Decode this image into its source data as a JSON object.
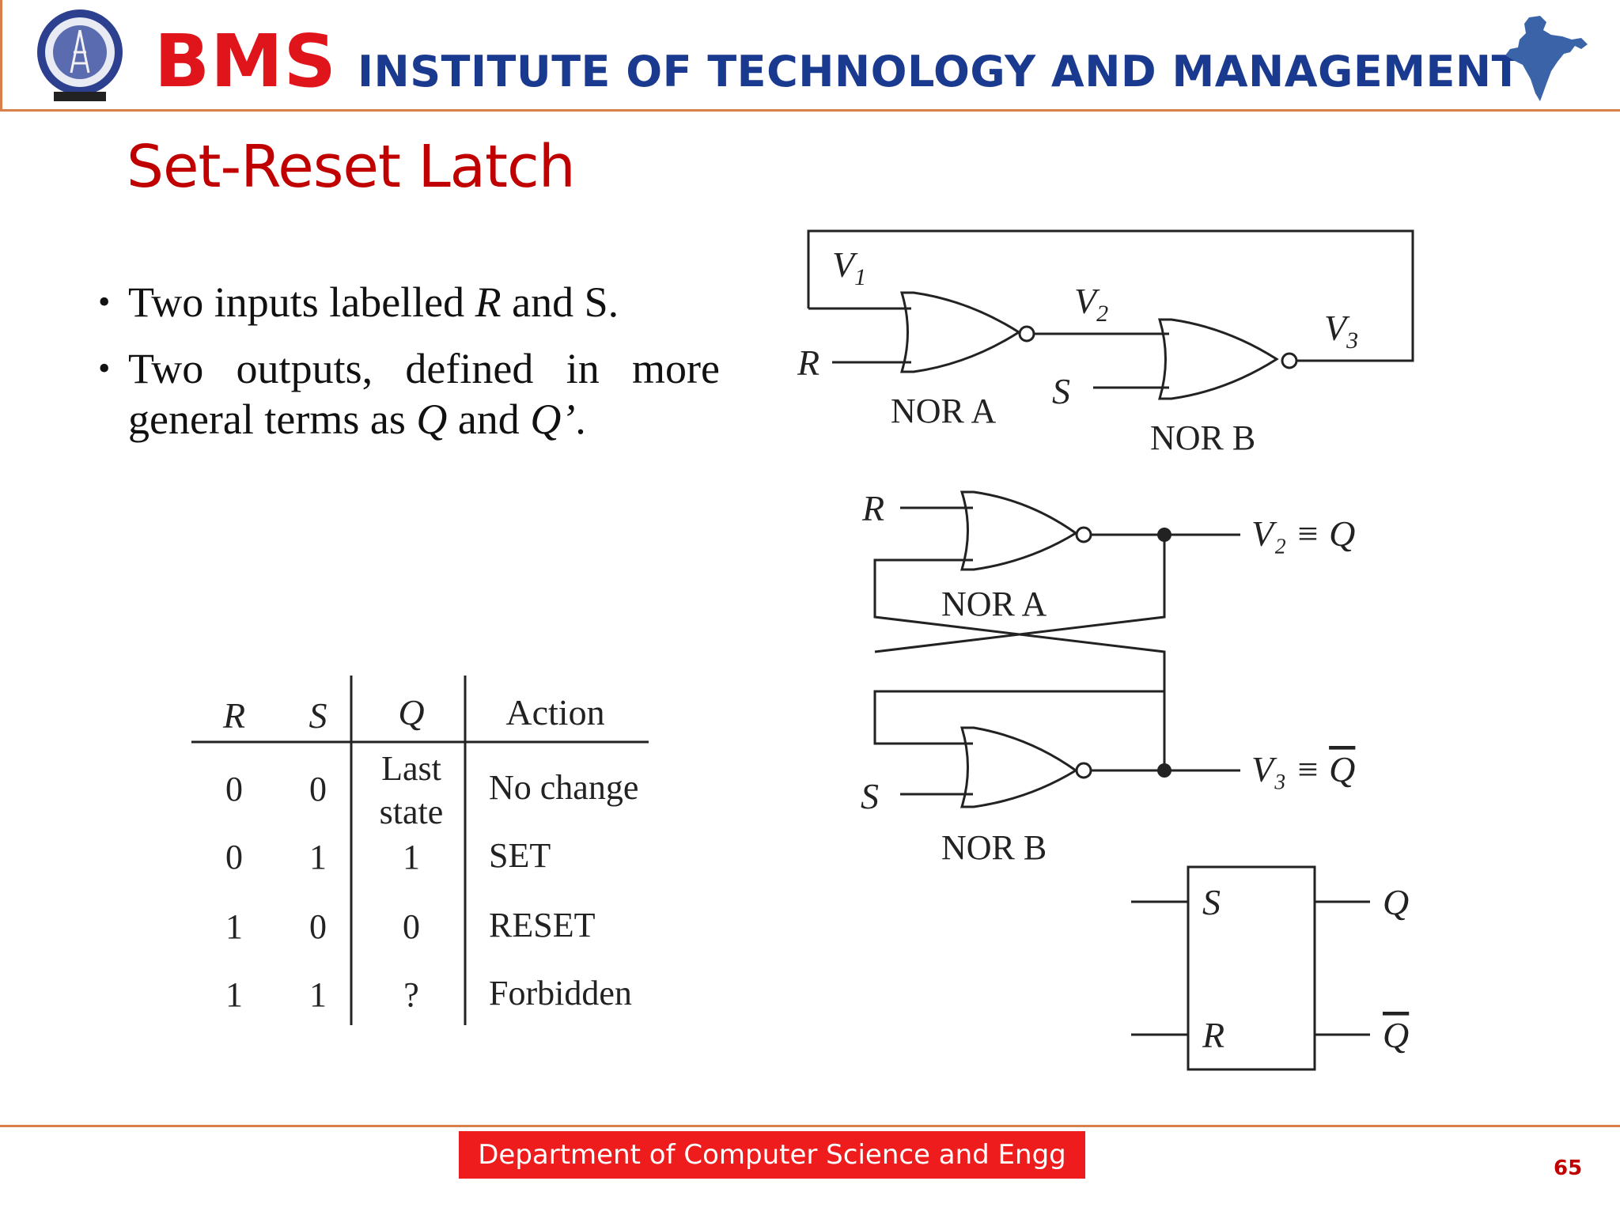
{
  "header": {
    "brand_short": "BMS",
    "brand_full": "INSTITUTE OF TECHNOLOGY AND MANAGEMENT",
    "logo_icon": "institute-seal-icon",
    "map_icon": "india-map-icon",
    "colors": {
      "brand_red": "#e0141b",
      "brand_blue": "#1a3a8f",
      "rule": "#d9804a"
    }
  },
  "slide": {
    "title": "Set-Reset Latch",
    "bullets": [
      {
        "parts": [
          "Two inputs labelled ",
          "R",
          " and S."
        ]
      },
      {
        "parts": [
          "Two outputs, defined in more general terms as ",
          "Q",
          " and ",
          "Q’",
          "."
        ]
      }
    ]
  },
  "diagram": {
    "top": {
      "v1": "V",
      "v1_sub": "1",
      "v2": "V",
      "v2_sub": "2",
      "v3": "V",
      "v3_sub": "3",
      "r": "R",
      "s": "S",
      "nor_a": "NOR A",
      "nor_b": "NOR B"
    },
    "cross": {
      "r": "R",
      "s": "S",
      "nor_a": "NOR A",
      "nor_b": "NOR B",
      "out_q": "V₂ ≡ Q",
      "out_qbar_prefix": "V₃ ≡ ",
      "out_qbar_q": "Q"
    },
    "block": {
      "s": "S",
      "r": "R",
      "q": "Q",
      "qbar": "Q"
    }
  },
  "truth_table": {
    "headers": [
      "R",
      "S",
      "Q",
      "Action"
    ],
    "rows": [
      {
        "r": "0",
        "s": "0",
        "q1": "Last",
        "q2": "state",
        "action": "No change"
      },
      {
        "r": "0",
        "s": "1",
        "q1": "1",
        "q2": "",
        "action": "SET"
      },
      {
        "r": "1",
        "s": "0",
        "q1": "0",
        "q2": "",
        "action": "RESET"
      },
      {
        "r": "1",
        "s": "1",
        "q1": "?",
        "q2": "",
        "action": "Forbidden"
      }
    ]
  },
  "footer": {
    "department": "Department of Computer Science and Engg",
    "page": "65"
  }
}
